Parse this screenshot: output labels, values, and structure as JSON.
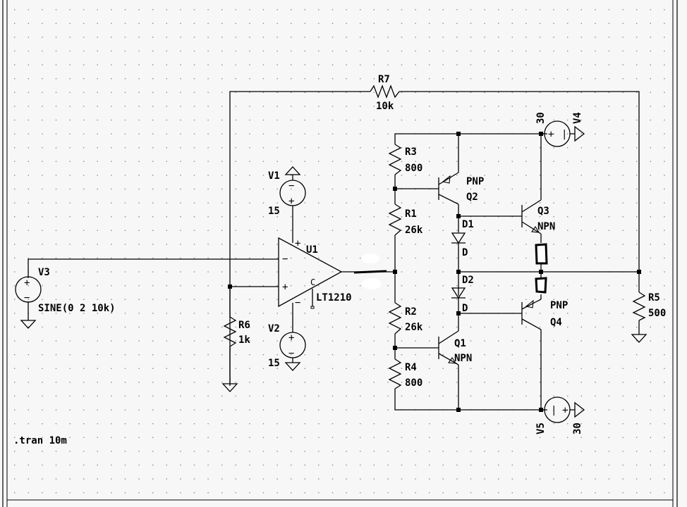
{
  "colors": {
    "background": "#f7f7f7",
    "wire": "#000000",
    "grid": "#8a8a8a",
    "markup_white": "#ffffff"
  },
  "components": {
    "r7": {
      "name": "R7",
      "value": "10k"
    },
    "r3": {
      "name": "R3",
      "value": "800"
    },
    "r1": {
      "name": "R1",
      "value": "26k"
    },
    "r2": {
      "name": "R2",
      "value": "26k"
    },
    "r4": {
      "name": "R4",
      "value": "800"
    },
    "r5": {
      "name": "R5",
      "value": "500"
    },
    "r6": {
      "name": "R6",
      "value": "1k"
    },
    "v1": {
      "name": "V1",
      "value": "15"
    },
    "v2": {
      "name": "V2",
      "value": "15"
    },
    "v3": {
      "name": "V3",
      "value": "SINE(0 2 10k)"
    },
    "v4": {
      "name": "V4",
      "value": "30"
    },
    "v5": {
      "name": "V5",
      "value": "30"
    },
    "u1": {
      "name": "U1",
      "value": "LT1210",
      "pin_c": "C"
    },
    "q1": {
      "name": "Q1",
      "value": "NPN"
    },
    "q2": {
      "name": "Q2",
      "value": "PNP"
    },
    "q3": {
      "name": "Q3",
      "value": "NPN"
    },
    "q4": {
      "name": "Q4",
      "value": "PNP"
    },
    "d1": {
      "name": "D1",
      "value": "D"
    },
    "d2": {
      "name": "D2",
      "value": "D"
    }
  },
  "directive": ".tran 10m"
}
